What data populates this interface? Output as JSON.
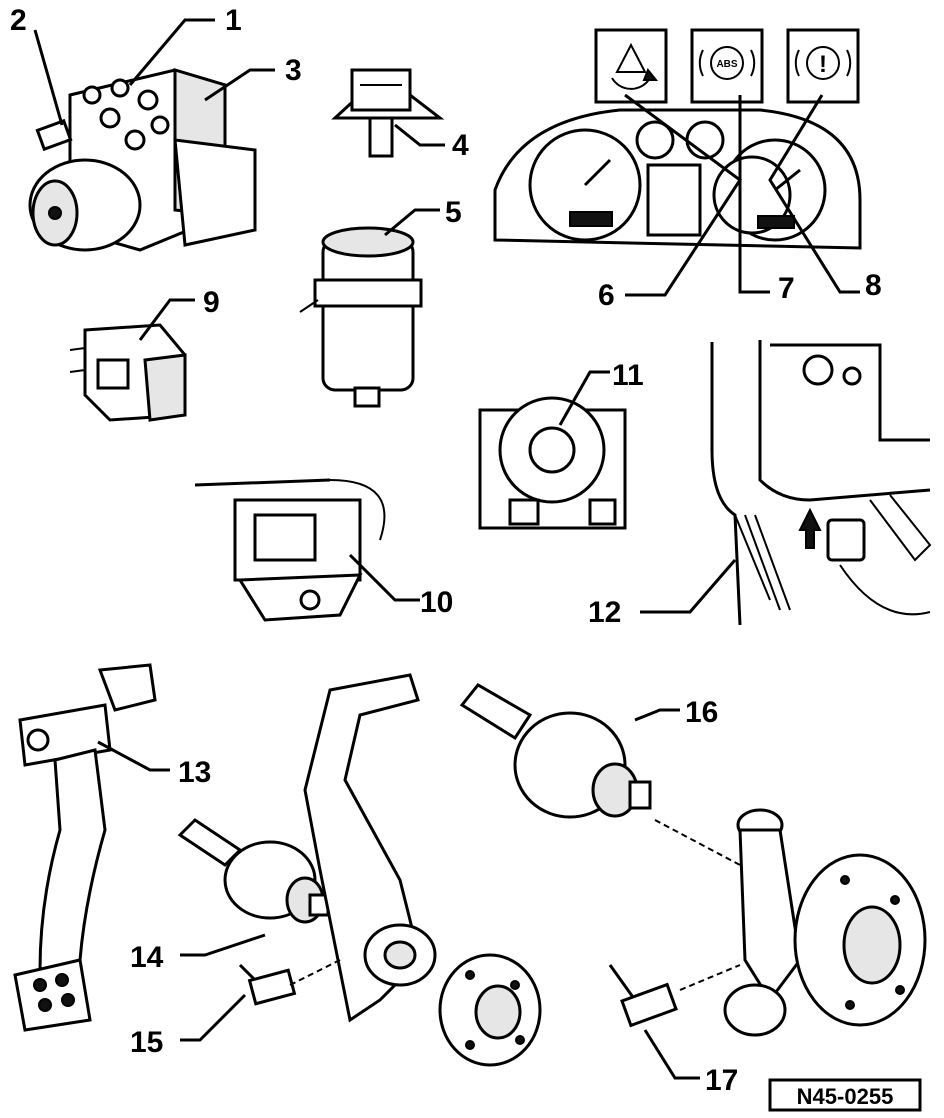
{
  "callouts": [
    "1",
    "2",
    "3",
    "4",
    "5",
    "6",
    "7",
    "8",
    "9",
    "10",
    "11",
    "12",
    "13",
    "14",
    "15",
    "16",
    "17"
  ],
  "warning_lamps": {
    "lamp_6": "warning-triangle-icon",
    "lamp_7": "ABS",
    "lamp_8": "!"
  },
  "reference": "N45-0255",
  "colors": {
    "ink": "#000000",
    "paper": "#ffffff",
    "shade": "#e6e6e6"
  }
}
